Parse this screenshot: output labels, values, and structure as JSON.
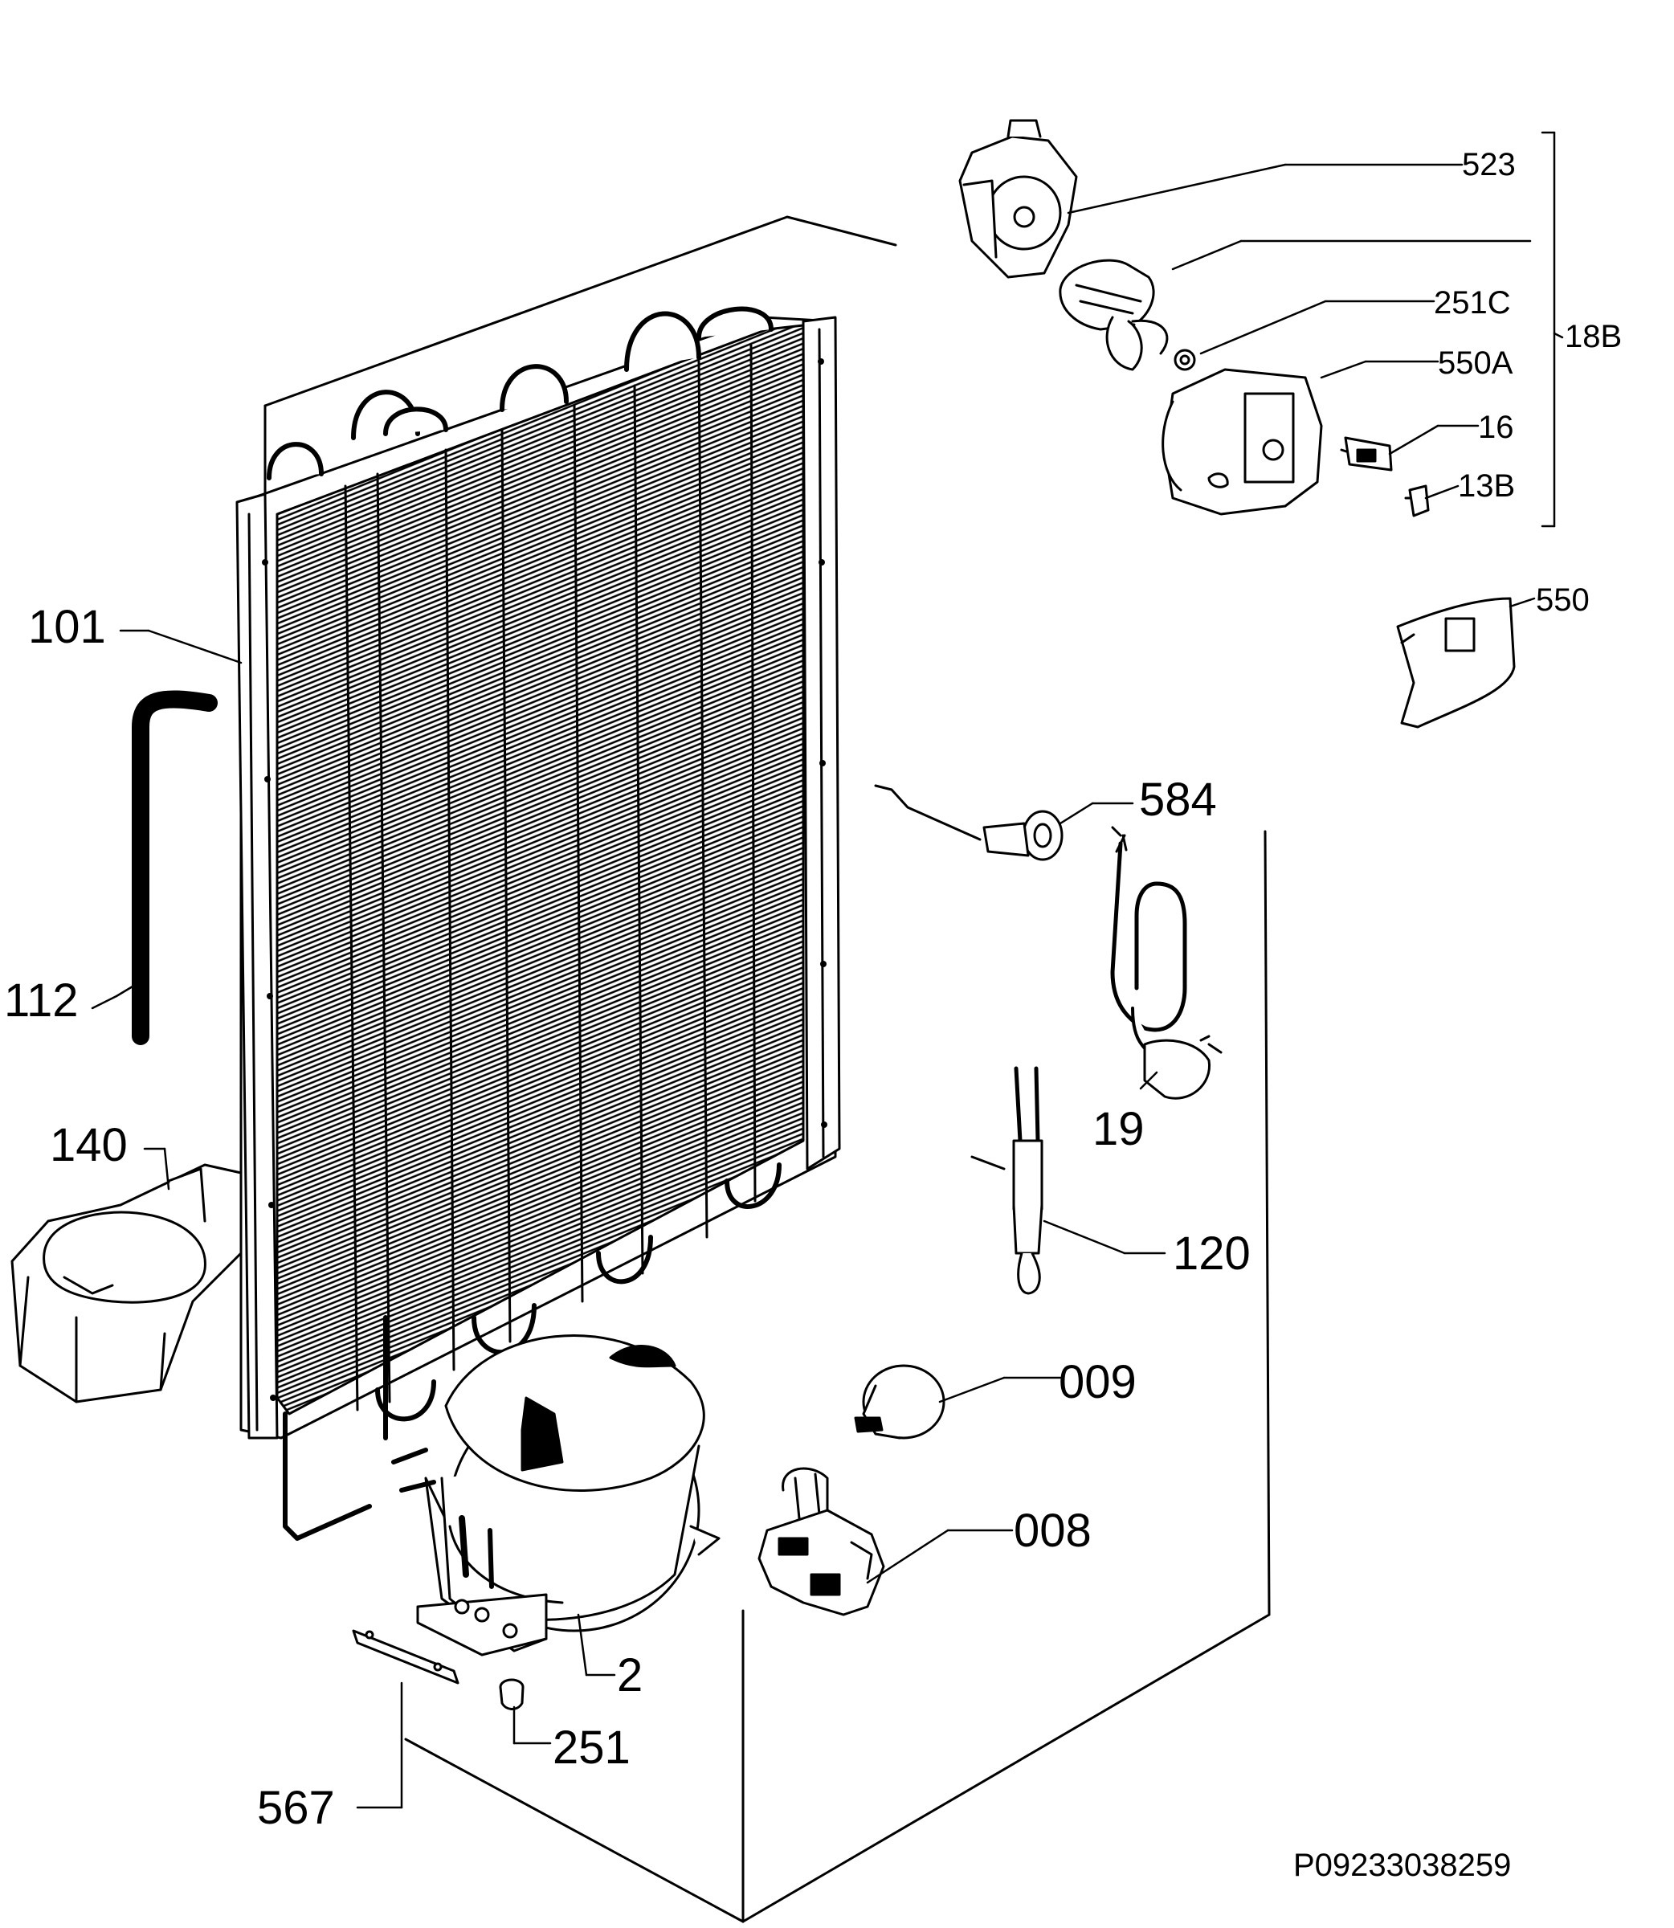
{
  "diagram": {
    "labels": [
      {
        "id": "p523",
        "text": "523"
      },
      {
        "id": "p251c",
        "text": "251C"
      },
      {
        "id": "p550a",
        "text": "550A"
      },
      {
        "id": "p16",
        "text": "16"
      },
      {
        "id": "p13b",
        "text": "13B"
      },
      {
        "id": "p18b",
        "text": "18B"
      },
      {
        "id": "p550",
        "text": "550"
      },
      {
        "id": "p101",
        "text": "101"
      },
      {
        "id": "p112",
        "text": "112"
      },
      {
        "id": "p140",
        "text": "140"
      },
      {
        "id": "p584",
        "text": "584"
      },
      {
        "id": "p19",
        "text": "19"
      },
      {
        "id": "p120",
        "text": "120"
      },
      {
        "id": "p009",
        "text": "009"
      },
      {
        "id": "p008",
        "text": "008"
      },
      {
        "id": "p2",
        "text": "2"
      },
      {
        "id": "p251",
        "text": "251"
      },
      {
        "id": "p567",
        "text": "567"
      }
    ],
    "drawing_code": "P09233038259"
  }
}
